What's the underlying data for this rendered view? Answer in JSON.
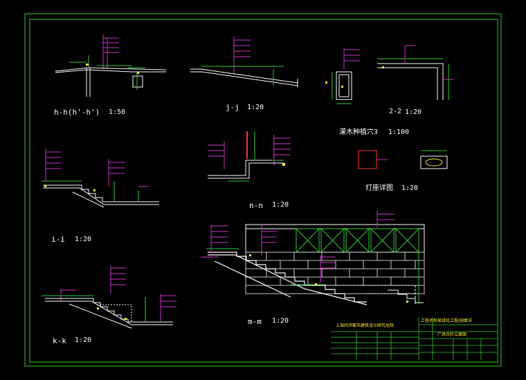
{
  "drawing": {
    "sections": {
      "hh": {
        "name": "h-h(h'-h')",
        "scale": "1:50"
      },
      "jj": {
        "name": "j-j",
        "scale": "1:20"
      },
      "s22": {
        "name": "2-2",
        "scale": "1:20"
      },
      "tree": {
        "name": "灌木种植穴3",
        "scale": "1:100"
      },
      "nn": {
        "name": "n-n",
        "scale": "1:20"
      },
      "lamp": {
        "name": "灯座详图",
        "scale": "1:20"
      },
      "ii": {
        "name": "i-i",
        "scale": "1:20"
      },
      "mm": {
        "name": "m-m",
        "scale": "1:20"
      },
      "kk": {
        "name": "k-k",
        "scale": "1:20"
      }
    },
    "title_block": {
      "company": "上海同济都市建筑设计研究总院",
      "project_label": "工程名称",
      "project_value": "某绿化工程/剖面详",
      "drawing_value": "广场台阶立面图"
    }
  },
  "colors": {
    "frame": "#33cc33",
    "leader": "#cc33cc",
    "section_line": "#ffffff",
    "dimension": "#33cc33",
    "note_text": "#ffffff",
    "highlight": "#ffeb3b",
    "red_accent": "#ff3333"
  }
}
